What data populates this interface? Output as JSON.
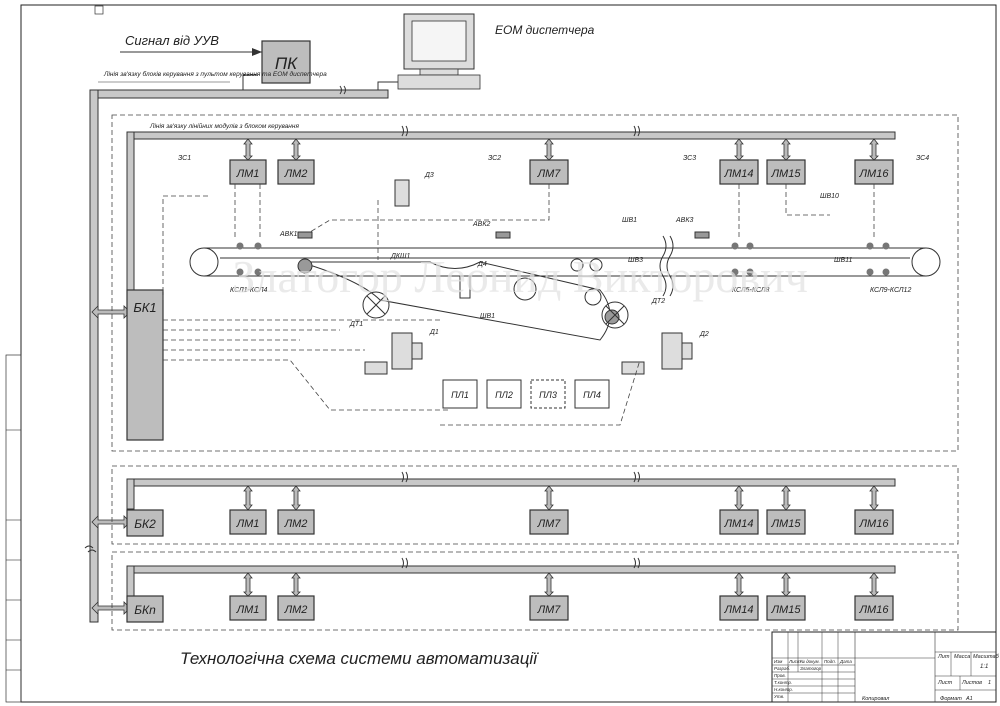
{
  "signal_label": "Сигнал від УУВ",
  "pc_label": "ПК",
  "eom_label": "ЕОМ диспетчера",
  "link_pc_text": "Лінія зв'язку блоків керування з пультом керування та ЕОМ диспетчера",
  "link_modules_text": "Лінія зв'язку лінійних модулів з блоком керування",
  "title": "Технологічна схема системи автоматизації",
  "watermark": "Златогор Леонид Викторович",
  "groups": [
    {
      "unit": "БК1",
      "modules": [
        "ЛМ1",
        "ЛМ2",
        "ЛМ7",
        "ЛМ14",
        "ЛМ15",
        "ЛМ16"
      ]
    },
    {
      "unit": "БК2",
      "modules": [
        "ЛМ1",
        "ЛМ2",
        "ЛМ7",
        "ЛМ14",
        "ЛМ15",
        "ЛМ16"
      ]
    },
    {
      "unit": "БКn",
      "modules": [
        "ЛМ1",
        "ЛМ2",
        "ЛМ7",
        "ЛМ14",
        "ЛМ15",
        "ЛМ16"
      ]
    }
  ],
  "sensors": {
    "zs": [
      "ЗС1",
      "ЗС2",
      "ЗС3",
      "ЗС4"
    ],
    "avk": [
      "АВК1",
      "АВК2",
      "АВК3"
    ],
    "shv": [
      "ШВ1",
      "ШВ3",
      "ШВ10",
      "ШВ11",
      "ШВ1"
    ],
    "ksl": [
      "КСЛ1-КСЛ4",
      "КСЛ5-КСЛ8",
      "КСЛ9-КСЛ12"
    ],
    "drives": [
      "Д1",
      "Д2",
      "Д3",
      "Д4",
      "ДТ1",
      "ДТ2",
      "ДКШ1"
    ]
  },
  "panels": [
    "ПЛ1",
    "ПЛ2",
    "ПЛ3",
    "ПЛ4"
  ],
  "stamp": {
    "sheet_label": "Лит",
    "mass_label": "Масса",
    "scale_label": "Масштаб",
    "scale_value": "1:1",
    "sheet": "Лист",
    "sheets": "Листов",
    "sheets_count": "1",
    "copied": "Копировал",
    "format": "Формат",
    "format_value": "А1",
    "rows": [
      "Изм",
      "Лист",
      "№ докум.",
      "Подп.",
      "Дата",
      "Разраб.",
      "Пров.",
      "Т.контр.",
      "Н.контр.",
      "Утв."
    ],
    "developer": "Златогор"
  }
}
